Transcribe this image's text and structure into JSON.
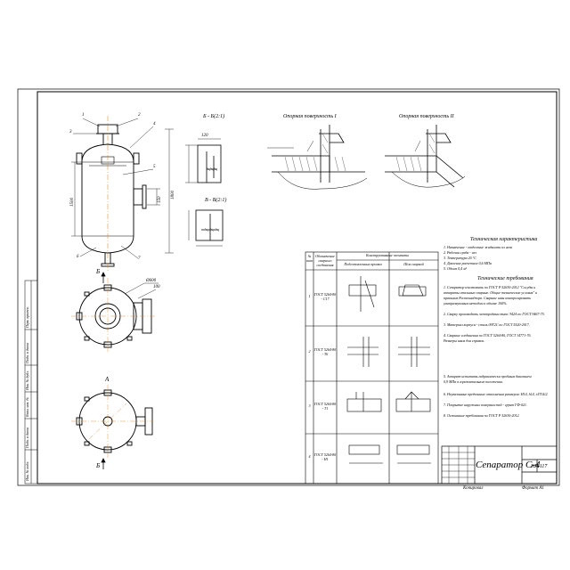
{
  "drawing": {
    "title": "Сепаратор С-4",
    "sheet_code": "КП  117",
    "stamp_bottom_left": "Копировал",
    "stamp_bottom_right": "Формат А1"
  },
  "views": {
    "section_b": "Б - Б(2:1)",
    "section_v": "В - В(2:1)",
    "node_i": "Опорная поверхность I",
    "node_ii": "Опорная поверхность II",
    "label_b": "Б",
    "label_a": "А"
  },
  "part_numbers": [
    "1",
    "2",
    "3",
    "4",
    "5",
    "6",
    "7"
  ],
  "tech_char": {
    "heading": "Техническая характеристика",
    "lines": [
      "1. Назначение - отделение жидкости из газа",
      "2. Рабочая среда - газ",
      "3. Температура 20 °С",
      "4. Давление расчетное 0,6 МПа",
      "5. Объем 0,4 м³"
    ]
  },
  "tech_req": {
    "heading": "Технические требования",
    "lines": [
      "1. Сепаратор изготовить по ГОСТ Р 52630-2012 \"Сосуды и",
      "аппараты стальные сварные. Общие технические условия\" и",
      "правилам Ростехнадзора. Сварные швы контролировать",
      "ультразвуковым методом в объеме 100%.",
      "2. Сварку производить электродами типа Э42А по ГОСТ 9467-75.",
      "3. Материал корпуса - сталь 09Г2С по ГОСТ 5520-2017.",
      "4. Сварные соединения по ГОСТ 5264-80, ГОСТ 14771-76.",
      "Размеры швов для справок.",
      "5. Аппарат испытать гидравлически пробным давлением",
      "0,9 МПа в горизонтальном положении.",
      "6. Неуказанные предельные отклонения размеров: H14, h14, ±IT14/2.",
      "7. Покрытие наружных поверхностей - грунт ГФ-021.",
      "8. Остальные требования по ГОСТ Р 52630-2012."
    ]
  },
  "weld_table": {
    "head": [
      "№ шва",
      "Обозначение сварного соединения",
      "Конструктивные элементы",
      "Подготовленные кромки",
      "Шов сварной"
    ],
    "rows": [
      {
        "num": "1",
        "code": "ГОСТ 5264-80 - С17"
      },
      {
        "num": "2",
        "code": "ГОСТ 5264-80 - Т6"
      },
      {
        "num": "3",
        "code": "ГОСТ 5264-80 - Т1"
      },
      {
        "num": "4",
        "code": "ГОСТ 5264-80 - Н1"
      }
    ]
  },
  "dims": {
    "h_total": "1800",
    "h_shell": "1500",
    "d_nozzle": "150",
    "d_body": "Ø600",
    "w_section": "120",
    "support": "100"
  },
  "side_stamp": [
    "Инв. № подл.",
    "Подп. и дата",
    "Взам. инв. №",
    "Инв. № дубл.",
    "Подп. и дата",
    "Перв. примен."
  ]
}
